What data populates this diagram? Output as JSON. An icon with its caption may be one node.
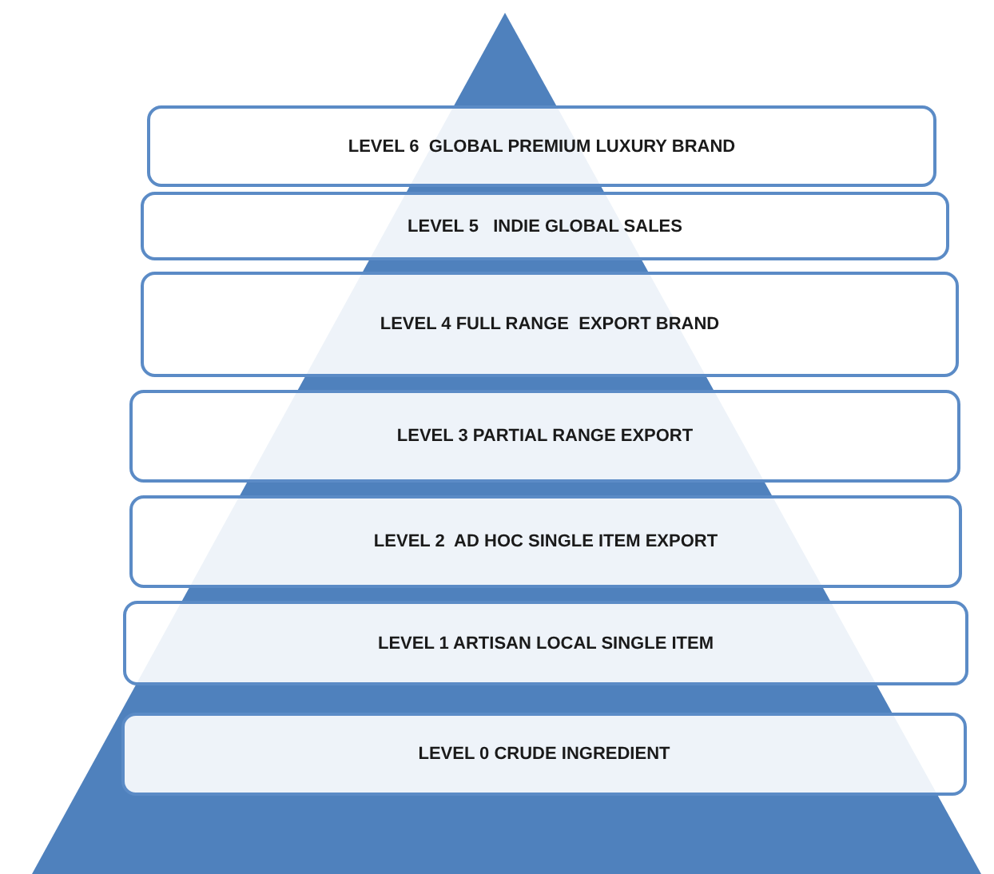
{
  "diagram": {
    "nodes": [
      {
        "text": [
          "LEVEL 6  GLOBAL PREMIUM LUXURY BRAND"
        ]
      },
      {
        "text": [
          "LEVEL 5   INDIE GLOBAL SALES"
        ]
      },
      {
        "text": [
          "LEVEL 4 FULL RANGE  EXPORT BRAND"
        ]
      },
      {
        "text": [
          "LEVEL 3 PARTIAL RANGE EXPORT"
        ]
      },
      {
        "text": [
          "LEVEL 2  AD HOC SINGLE ITEM EXPORT"
        ]
      },
      {
        "text": [
          "LEVEL 1 ARTISAN LOCAL SINGLE ITEM"
        ]
      },
      {
        "text": [
          "LEVEL 0 CRUDE INGREDIENT"
        ]
      }
    ]
  }
}
